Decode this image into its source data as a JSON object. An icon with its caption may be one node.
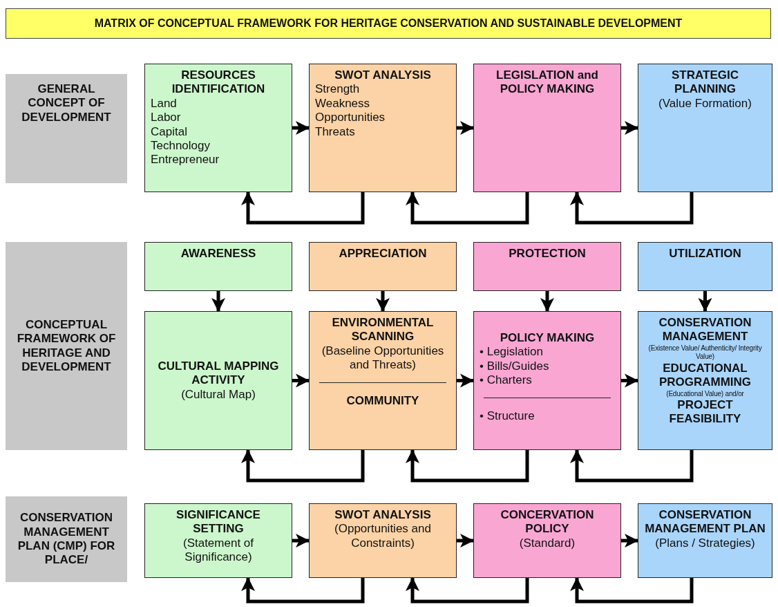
{
  "diagram": {
    "title": "MATRIX OF CONCEPTUAL FRAMEWORK FOR HERITAGE CONSERVATION AND SUSTAINABLE DEVELOPMENT",
    "nodes": [
      {
        "text": [
          "GENERAL CONCEPT OF DEVELOPMENT"
        ]
      },
      {
        "text": [
          "RESOURCES IDENTIFICATION",
          "Land",
          "Labor",
          "Capital",
          "Technology",
          "Entrepreneur"
        ]
      },
      {
        "text": [
          "SWOT ANALYSIS",
          "Strength",
          "Weakness",
          "Opportunities",
          "Threats"
        ]
      },
      {
        "text": [
          "LEGISLATION and POLICY MAKING"
        ]
      },
      {
        "text": [
          "STRATEGIC PLANNING",
          "(Value Formation)"
        ]
      },
      {
        "text": [
          "CONCEPTUAL FRAMEWORK OF HERITAGE AND DEVELOPMENT"
        ]
      },
      {
        "text": [
          "AWARENESS"
        ]
      },
      {
        "text": [
          "APPRECIATION"
        ]
      },
      {
        "text": [
          "PROTECTION"
        ]
      },
      {
        "text": [
          "UTILIZATION"
        ]
      },
      {
        "text": [
          "CULTURAL MAPPING ACTIVITY",
          "(Cultural Map)"
        ]
      },
      {
        "text": [
          "ENVIRONMENTAL SCANNING",
          "(Baseline Opportunities and Threats)",
          "COMMUNITY"
        ]
      },
      {
        "text": [
          "POLICY MAKING",
          "• Legislation",
          "• Bills/Guides",
          "• Charters",
          "• Structure"
        ]
      },
      {
        "text": [
          "CONSERVATION MANAGEMENT",
          "(Existence Value/ Authenticity/ Integrity Value)",
          "EDUCATIONAL PROGRAMMING",
          "(Educational Value) and/or",
          "PROJECT FEASIBILITY"
        ]
      },
      {
        "text": [
          "CONSERVATION MANAGEMENT PLAN (CMP) FOR PLACE/"
        ]
      },
      {
        "text": [
          "SIGNIFICANCE SETTING",
          "(Statement of Significance)"
        ]
      },
      {
        "text": [
          "SWOT ANALYSIS",
          "(Opportunities and Constraints)"
        ]
      },
      {
        "text": [
          "CONCERVATION POLICY",
          "(Standard)"
        ]
      },
      {
        "text": [
          "CONSERVATION MANAGEMENT PLAN",
          "(Plans / Strategies)"
        ]
      }
    ],
    "edges": [
      {
        "from": 1,
        "to": 2,
        "arrow": "to"
      },
      {
        "from": 2,
        "to": 3,
        "arrow": "to"
      },
      {
        "from": 3,
        "to": 4,
        "arrow": "to"
      },
      {
        "from": 2,
        "to": 1,
        "arrow": "to"
      },
      {
        "from": 3,
        "to": 2,
        "arrow": "to"
      },
      {
        "from": 4,
        "to": 3,
        "arrow": "to"
      },
      {
        "from": 6,
        "to": 10,
        "arrow": "to"
      },
      {
        "from": 7,
        "to": 11,
        "arrow": "to"
      },
      {
        "from": 8,
        "to": 12,
        "arrow": "to"
      },
      {
        "from": 9,
        "to": 13,
        "arrow": "to"
      },
      {
        "from": 10,
        "to": 11,
        "arrow": "to"
      },
      {
        "from": 11,
        "to": 12,
        "arrow": "to"
      },
      {
        "from": 12,
        "to": 13,
        "arrow": "to"
      },
      {
        "from": 11,
        "to": 10,
        "arrow": "to"
      },
      {
        "from": 12,
        "to": 11,
        "arrow": "to"
      },
      {
        "from": 13,
        "to": 12,
        "arrow": "to"
      },
      {
        "from": 15,
        "to": 16,
        "arrow": "to"
      },
      {
        "from": 16,
        "to": 17,
        "arrow": "to"
      },
      {
        "from": 17,
        "to": 18,
        "arrow": "to"
      },
      {
        "from": 16,
        "to": 15,
        "arrow": "to"
      },
      {
        "from": 17,
        "to": 16,
        "arrow": "to"
      },
      {
        "from": 18,
        "to": 17,
        "arrow": "to"
      }
    ]
  }
}
